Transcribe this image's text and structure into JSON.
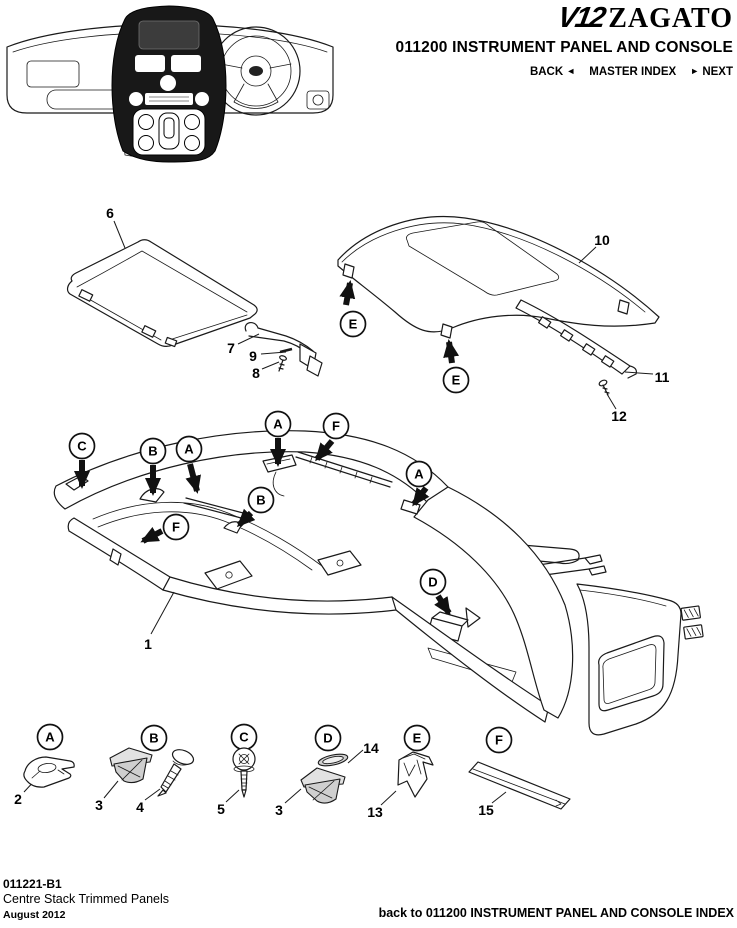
{
  "header": {
    "logo_mark": "V12",
    "logo_name": "ZAGATO",
    "title": "011200 INSTRUMENT PANEL AND CONSOLE",
    "nav_back": "BACK",
    "nav_back_arrow": "◄",
    "nav_master_index": "MASTER INDEX",
    "nav_next_arrow": "►",
    "nav_next": "NEXT"
  },
  "footer": {
    "doc_number": "011221-B1",
    "doc_title": "Centre Stack Trimmed Panels",
    "date": "August 2012",
    "back_link": "back to 011200 INSTRUMENT PANEL AND CONSOLE INDEX"
  },
  "colors": {
    "ink": "#000000",
    "line": "#1a1a1a",
    "shade": "#cfcfcf"
  },
  "diagram": {
    "part_labels": [
      {
        "text": "6"
      },
      {
        "text": "7"
      },
      {
        "text": "9"
      },
      {
        "text": "8"
      },
      {
        "text": "10"
      },
      {
        "text": "11"
      },
      {
        "text": "12"
      },
      {
        "text": "1"
      }
    ],
    "balloons": [
      {
        "letter": "C"
      },
      {
        "letter": "B"
      },
      {
        "letter": "A"
      },
      {
        "letter": "A"
      },
      {
        "letter": "F"
      },
      {
        "letter": "A"
      },
      {
        "letter": "B"
      },
      {
        "letter": "F"
      },
      {
        "letter": "D"
      },
      {
        "letter": "E"
      },
      {
        "letter": "E"
      }
    ],
    "legend_balloons": [
      {
        "letter": "A"
      },
      {
        "letter": "B"
      },
      {
        "letter": "C"
      },
      {
        "letter": "D"
      },
      {
        "letter": "E"
      },
      {
        "letter": "F"
      }
    ],
    "legend_labels": [
      {
        "text": "2"
      },
      {
        "text": "3"
      },
      {
        "text": "4"
      },
      {
        "text": "5"
      },
      {
        "text": "3"
      },
      {
        "text": "13"
      },
      {
        "text": "14"
      },
      {
        "text": "15"
      }
    ]
  }
}
